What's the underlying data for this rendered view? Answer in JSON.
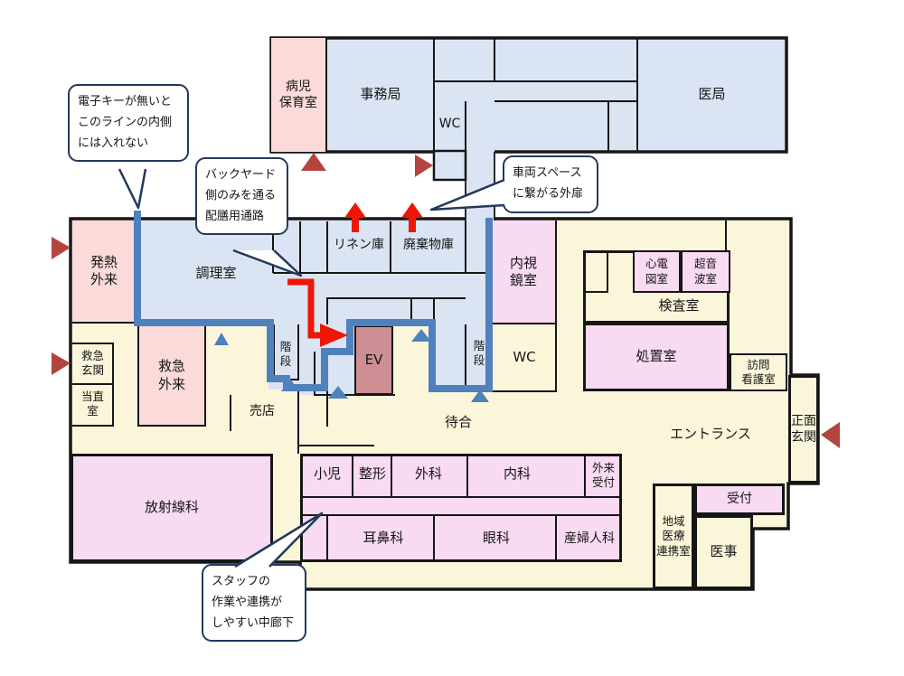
{
  "colors": {
    "backyard_blue": "#dbe4f3",
    "warm_pink": "#fadbda",
    "clinic_pink": "#f8daf2",
    "public_cream": "#fbf6da",
    "elevator_rose": "#cd8f94",
    "secure_line_blue": "#4f81bd",
    "route_red": "#ee1607",
    "door_dark_red": "#b5443f",
    "callout_border": "#22395c"
  },
  "labels": {
    "byoji_hoikushitsu": "病児\n保育室",
    "jimukyoku": "事務局",
    "wc_top": "WC",
    "ikyoku": "医局",
    "hatsunetsu_gairai": "発熱\n外来",
    "chorishitsu": "調理室",
    "linen_ko": "リネン庫",
    "haikibutsu_ko": "廃棄物庫",
    "naishikyoshitsu": "内視\n鏡室",
    "shindenzushitsu": "心電\n図室",
    "choonpashitsu": "超音\n波室",
    "kensashitsu": "検査室",
    "shochishitsu": "処置室",
    "homon_kangoshitsu": "訪問\n看護室",
    "kyukyu_genkan": "救急\n玄関",
    "tochokushitsu": "当直\n室",
    "kyukyu_gairai": "救急\n外来",
    "kaidan_left": "階\n段",
    "ev": "EV",
    "kaidan_right": "階\n段",
    "wc_main": "WC",
    "baiten": "売店",
    "machiai": "待合",
    "entrance": "エントランス",
    "shomen_genkan": "正面\n玄関",
    "hoshasenka": "放射線科",
    "shoni": "小児",
    "seikei": "整形",
    "geka": "外科",
    "naika": "内科",
    "gairai_uketsuke": "外来\n受付",
    "jibika": "耳鼻科",
    "ganka": "眼科",
    "sanfujinka": "産婦人科",
    "chiiki_iryo_renkei": "地域\n医療\n連携室",
    "uketsuke": "受付",
    "iji": "医事"
  },
  "callouts": {
    "electronic_key": "電子キーが無いと\nこのラインの内側\nには入れない",
    "backyard_route": "バックヤード\n側のみを通る\n配膳用通路",
    "vehicle_door": "車両スペース\nに繋がる外扉",
    "staff_corridor": "スタッフの\n作業や連携が\nしやすい中廊下"
  }
}
